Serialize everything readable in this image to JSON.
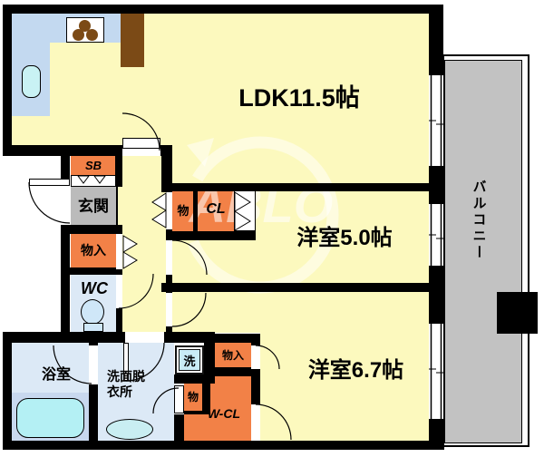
{
  "rooms": {
    "ldk": {
      "label": "LDK11.5帖"
    },
    "bedroom5": {
      "label": "洋室5.0帖"
    },
    "bedroom67": {
      "label": "洋室6.7帖"
    },
    "balcony": {
      "label": "バルコニー"
    },
    "genkan": {
      "label": "玄関"
    },
    "shoebox": {
      "label": "SB"
    },
    "storage_hall": {
      "label": "物入"
    },
    "wc": {
      "label": "WC"
    },
    "bathroom": {
      "label": "浴室"
    },
    "washroom": {
      "line1": "洗面脱",
      "line2": "衣所"
    },
    "washer": {
      "label": "洗"
    },
    "storage_washroom": {
      "label": "物"
    },
    "storage_cl": {
      "label": "物"
    },
    "closet": {
      "label": "CL"
    },
    "storage_bedroom": {
      "label": "物入"
    },
    "walkin_closet": {
      "label": "W-CL"
    }
  },
  "watermark": {
    "text": "ABLO"
  },
  "colors": {
    "room_yellow": "#FCF9BE",
    "storage_orange": "#F28147",
    "kitchen_counter_blue": "#C3D9F0",
    "sink_cyan": "#C9F2F4",
    "tub_cyan": "#B4F0F4",
    "bath_pale_blue": "#DCE9F6",
    "bath_floor_blue": "#C8D8EE",
    "genkan_gray": "#BBBBBB",
    "balcony_gray": "#C2C2C2",
    "counter_brown": "#7B4A16",
    "wall_black": "#000000"
  }
}
